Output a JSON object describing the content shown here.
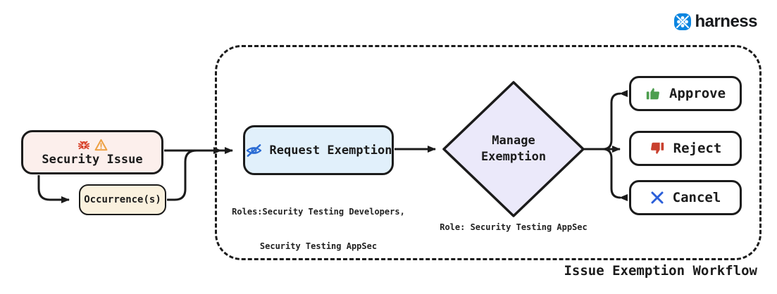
{
  "brand": {
    "name": "harness",
    "icon": "harness-logo-icon",
    "brand_color": "#0b85e0"
  },
  "diagram": {
    "title": "Issue Exemption Workflow",
    "line_color": "#1b1b1b",
    "nodes": {
      "security_issue": {
        "label": "Security Issue",
        "fill": "#fcefec",
        "icons": [
          "bug-icon",
          "warning-icon"
        ],
        "icon_colors": {
          "bug": "#d8432c",
          "warning": "#eda144"
        }
      },
      "occurrences": {
        "label": "Occurrence(s)",
        "fill": "#faf1de"
      },
      "request_exemption": {
        "label": "Request Exemption",
        "fill": "#e1f0fb",
        "icon": "eye-slash-icon",
        "icon_color": "#2b6cd4",
        "caption_line1": "Roles:Security Testing Developers,",
        "caption_line2": "Security Testing AppSec"
      },
      "manage_exemption": {
        "label": "Manage Exemption",
        "fill": "#ebe9fa",
        "caption": "Role: Security Testing AppSec"
      },
      "approve": {
        "label": "Approve",
        "icon": "thumbs-up-icon",
        "icon_color": "#4d9e4f"
      },
      "reject": {
        "label": "Reject",
        "icon": "thumbs-down-icon",
        "icon_color": "#c9402e"
      },
      "cancel": {
        "label": "Cancel",
        "icon": "x-icon",
        "icon_color": "#2b5fd9"
      }
    }
  }
}
